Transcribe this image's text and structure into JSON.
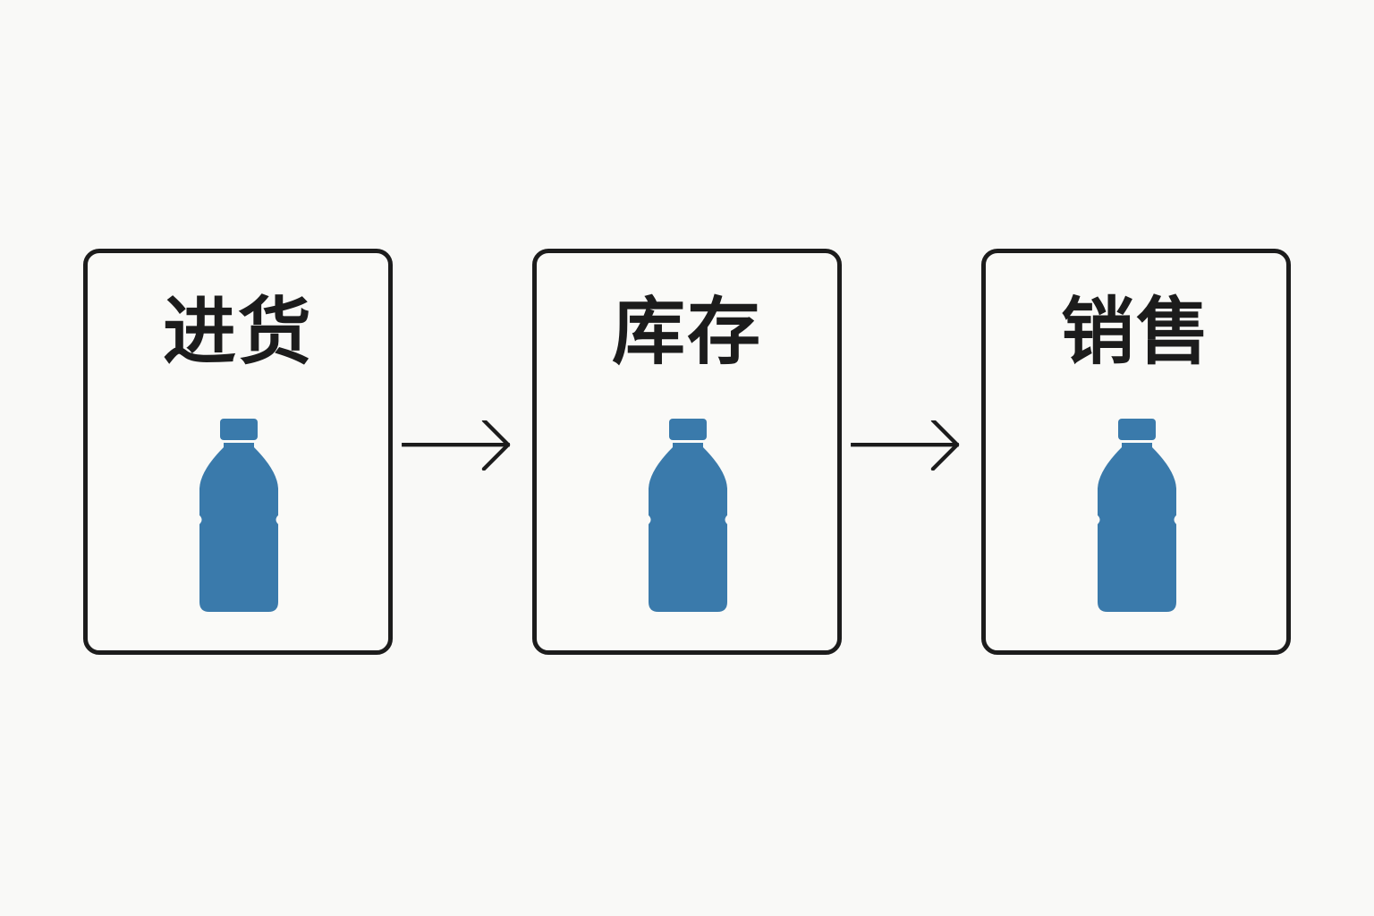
{
  "steps": [
    {
      "label": "进货",
      "icon": "water-bottle-icon"
    },
    {
      "label": "库存",
      "icon": "water-bottle-icon"
    },
    {
      "label": "销售",
      "icon": "water-bottle-icon"
    }
  ],
  "colors": {
    "bottle": "#3a7aab",
    "stroke": "#1c1c1c",
    "background": "#f9f9f7"
  }
}
